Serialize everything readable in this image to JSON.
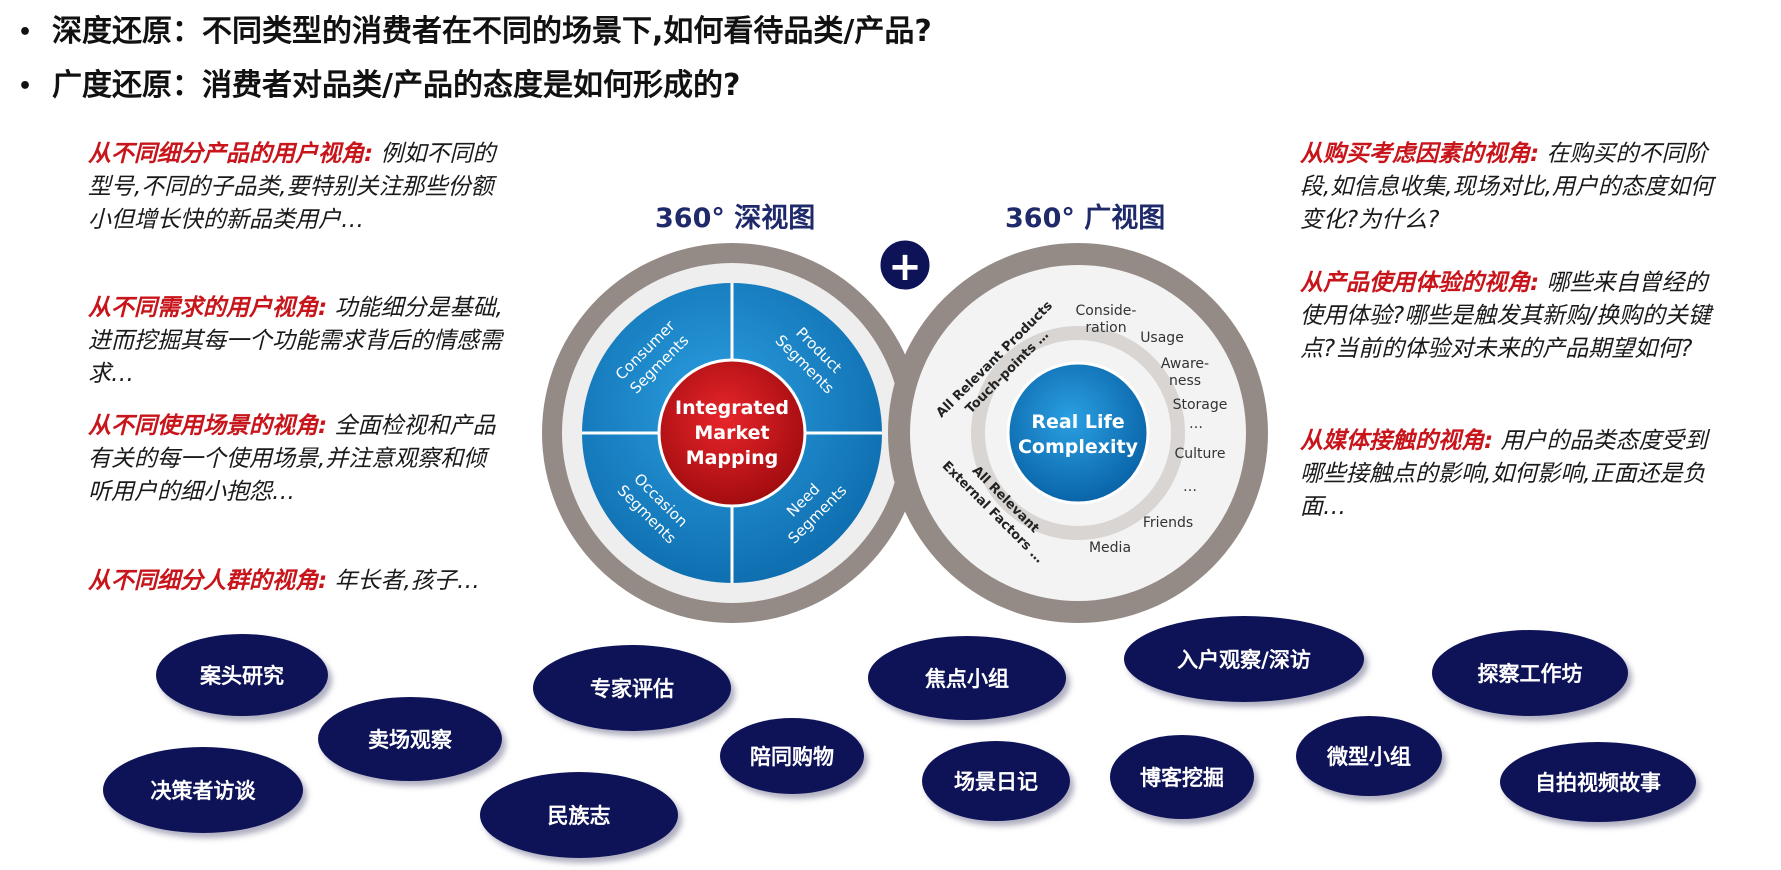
{
  "bullets": [
    "深度还原：不同类型的消费者在不同的场景下,如何看待品类/产品?",
    "广度还原：消费者对品类/产品的态度是如何形成的?"
  ],
  "left_notes": [
    {
      "head": "从不同细分产品的用户视角:",
      "body": "例如不同的型号,不同的子品类,要特别关注那些份额小但增长快的新品类用户…"
    },
    {
      "head": "从不同需求的用户视角:",
      "body": "功能细分是基础,进而挖掘其每一个功能需求背后的情感需求…"
    },
    {
      "head": "从不同使用场景的视角:",
      "body": "全面检视和产品有关的每一个使用场景,并注意观察和倾听用户的细小抱怨…"
    },
    {
      "head": "从不同细分人群的视角:",
      "body": "年长者,孩子…"
    }
  ],
  "right_notes": [
    {
      "head": "从购买考虑因素的视角:",
      "body": "在购买的不同阶段,如信息收集,现场对比,用户的态度如何变化?为什么?"
    },
    {
      "head": "从产品使用体验的视角:",
      "body": "哪些来自曾经的使用体验?哪些是触发其新购/换购的关键点?当前的体验对未来的产品期望如何?"
    },
    {
      "head": "从媒体接触的视角:",
      "body": "用户的品类态度受到哪些接触点的影响,如何影响,正面还是负面…"
    }
  ],
  "diagram": {
    "deep_title": "360° 深视图",
    "wide_title": "360° 广视图",
    "plus_symbol": "+",
    "deep_center": [
      "Integrated",
      "Market",
      "Mapping"
    ],
    "deep_quadrants": {
      "top_left": [
        "Consumer",
        "Segments"
      ],
      "top_right": [
        "Product",
        "Segments"
      ],
      "bottom_left": [
        "Occasion",
        "Segments"
      ],
      "bottom_right": [
        "Need",
        "Segments"
      ]
    },
    "wide_center": [
      "Real Life",
      "Complexity"
    ],
    "wide_arcs": {
      "top": [
        "All Relevant Products",
        "Touch-points …"
      ],
      "bottom": [
        "All Relevant",
        "External Factors …"
      ]
    },
    "wide_items": [
      [
        "Conside-",
        "ration"
      ],
      [
        "Usage"
      ],
      [
        "Aware-",
        "ness"
      ],
      [
        "Storage"
      ],
      [
        "…"
      ],
      [
        "Culture"
      ],
      [
        "…"
      ],
      [
        "Friends"
      ],
      [
        "Media"
      ]
    ],
    "colors": {
      "navy": "#0e1358",
      "blue": "#1687cc",
      "red": "#c8151b",
      "ring_gray": "#958b86",
      "note_red": "#c8151b"
    }
  },
  "methods": [
    "案头研究",
    "卖场观察",
    "决策者访谈",
    "专家评估",
    "民族志",
    "陪同购物",
    "焦点小组",
    "场景日记",
    "入户观察/深访",
    "博客挖掘",
    "微型小组",
    "探察工作坊",
    "自拍视频故事"
  ]
}
